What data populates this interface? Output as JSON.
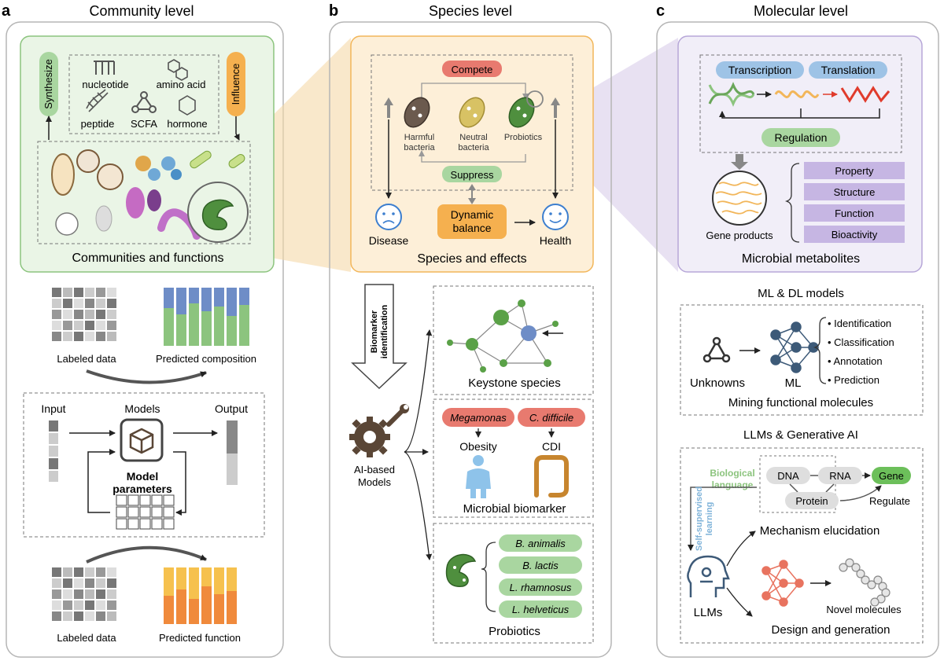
{
  "panels": {
    "a": {
      "letter": "a",
      "title": "Community level",
      "synthesize": "Synthesize",
      "influence": "Influence",
      "molecules": [
        "nucleotide",
        "amino acid",
        "peptide",
        "SCFA",
        "hormone"
      ],
      "box_caption": "Communities and functions",
      "labeled_data_1": "Labeled data",
      "predicted_composition": "Predicted composition",
      "input": "Input",
      "models": "Models",
      "output": "Output",
      "model_parameters_1": "Model",
      "model_parameters_2": "parameters",
      "labeled_data_2": "Labeled data",
      "predicted_function": "Predicted function"
    },
    "b": {
      "letter": "b",
      "title": "Species level",
      "compete": "Compete",
      "suppress": "Suppress",
      "harmful_1": "Harmful",
      "harmful_2": "bacteria",
      "neutral_1": "Neutral",
      "neutral_2": "bacteria",
      "probiotics_label": "Probiotics",
      "disease": "Disease",
      "health": "Health",
      "dynamic_1": "Dynamic",
      "dynamic_2": "balance",
      "box_caption": "Species and effects",
      "biomarker_1": "Biomarker",
      "biomarker_2": "identification",
      "ai_1": "AI-based",
      "ai_2": "Models",
      "keystone": "Keystone species",
      "megamonas": "Megamonas",
      "cdiff": "C. difficile",
      "obesity": "Obesity",
      "cdi": "CDI",
      "microbial_biomarker": "Microbial biomarker",
      "probiotic_species": [
        "B. animalis",
        "B. lactis",
        "L. rhamnosus",
        "L. helveticus"
      ],
      "probiotics": "Probiotics"
    },
    "c": {
      "letter": "c",
      "title": "Molecular level",
      "transcription": "Transcription",
      "translation": "Translation",
      "regulation": "Regulation",
      "gene_products": "Gene products",
      "properties": [
        "Property",
        "Structure",
        "Function",
        "Bioactivity"
      ],
      "box_caption": "Microbial metabolites",
      "ml_title": "ML & DL models",
      "unknowns": "Unknowns",
      "ml": "ML",
      "tasks": [
        "• Identification",
        "• Classification",
        "• Annotation",
        "• Prediction"
      ],
      "mining": "Mining functional molecules",
      "llm_title": "LLMs & Generative AI",
      "bio_lang_1": "Biological",
      "bio_lang_2": "language",
      "self_sup_1": "Self-supervised",
      "self_sup_2": "learning",
      "dna": "DNA",
      "rna": "RNA",
      "protein": "Protein",
      "gene": "Gene",
      "regulate": "Regulate",
      "mechanism": "Mechanism elucidation",
      "llms": "LLMs",
      "novel": "Novel molecules",
      "design": "Design and generation"
    }
  },
  "colors": {
    "green_fill": "#eaf5e6",
    "green_stroke": "#8cc47e",
    "orange_fill": "#fdefd8",
    "orange_stroke": "#f2b65a",
    "purple_fill": "#f1eef8",
    "purple_stroke": "#b7a7d8",
    "pill_red": "#e87a6f",
    "pill_green": "#a9d6a0",
    "pill_blue": "#9ec3e6",
    "pill_orange": "#f5b04f",
    "prop_purple": "#c6b6e3",
    "bar_blue": "#6e8dc7",
    "bar_green": "#8cc47e",
    "bar_orange": "#f08a3c",
    "bar_yellow": "#f6c14e"
  }
}
